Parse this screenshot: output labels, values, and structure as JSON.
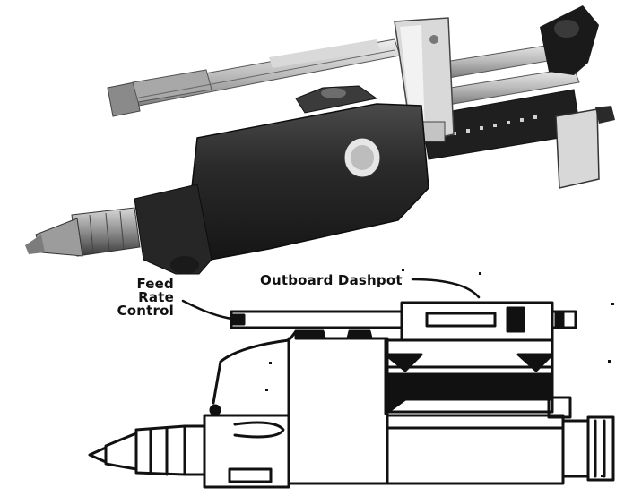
{
  "labels": {
    "feed_rate_control": [
      "Feed",
      "Rate",
      "Control"
    ],
    "outboard_dashpot": "Outboard Dashpot"
  },
  "colors": {
    "ink": "#111111",
    "body_dark": "#2b2b2b",
    "metal_light": "#cfcfcf",
    "metal_mid": "#9a9a9a",
    "paper": "#ffffff"
  },
  "icons": {
    "photo": "pneumatic-drill-unit-photo-icon",
    "drawing": "drill-unit-line-drawing-icon"
  }
}
